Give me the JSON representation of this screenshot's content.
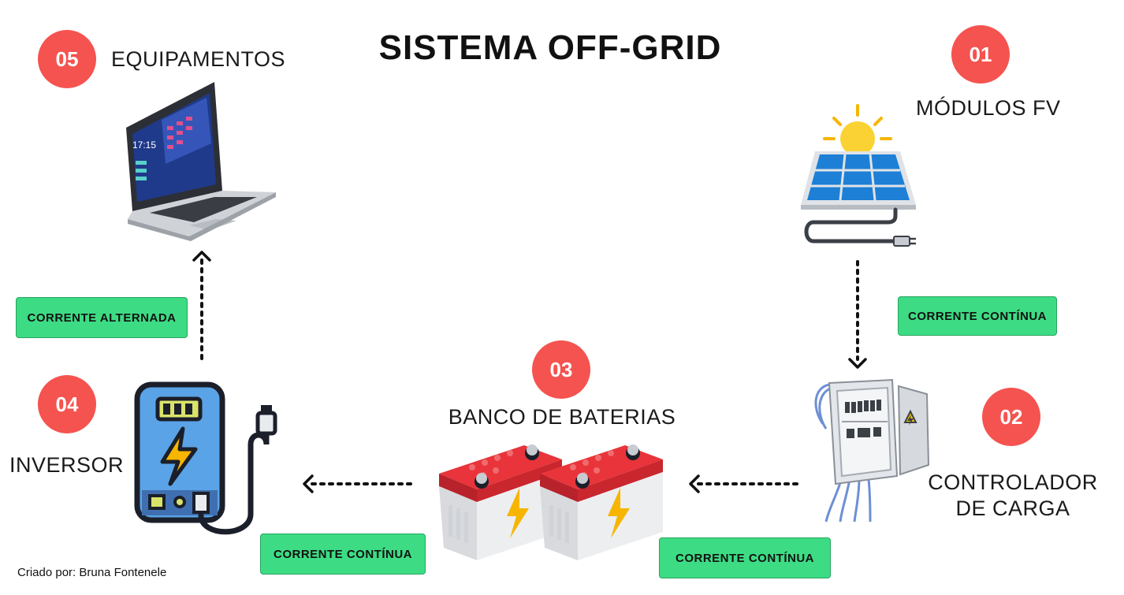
{
  "title": "SISTEMA OFF-GRID",
  "nodes": [
    {
      "number": "01",
      "label": "MÓDULOS FV",
      "icon": "solar-panel-icon"
    },
    {
      "number": "02",
      "label_line1": "CONTROLADOR",
      "label_line2": "DE CARGA",
      "icon": "charge-controller-icon"
    },
    {
      "number": "03",
      "label": "BANCO DE BATERIAS",
      "icon": "battery-bank-icon"
    },
    {
      "number": "04",
      "label": "INVERSOR",
      "icon": "inverter-icon"
    },
    {
      "number": "05",
      "label": "EQUIPAMENTOS",
      "icon": "laptop-icon"
    }
  ],
  "edges": [
    {
      "from": "01",
      "to": "02",
      "label": "CORRENTE CONTÍNUA"
    },
    {
      "from": "02",
      "to": "03",
      "label": "CORRENTE CONTÍNUA"
    },
    {
      "from": "03",
      "to": "04",
      "label": "CORRENTE CONTÍNUA"
    },
    {
      "from": "04",
      "to": "05",
      "label": "CORRENTE ALTERNADA"
    }
  ],
  "laptop_clock": "17:15",
  "credit": "Criado por: Bruna Fontenele",
  "colors": {
    "badge": "#f5534f",
    "tag": "#3ddc84",
    "battery_top": "#e8343a",
    "bolt": "#f7b500",
    "panel": "#1e7fd6",
    "sun": "#fbd233"
  }
}
